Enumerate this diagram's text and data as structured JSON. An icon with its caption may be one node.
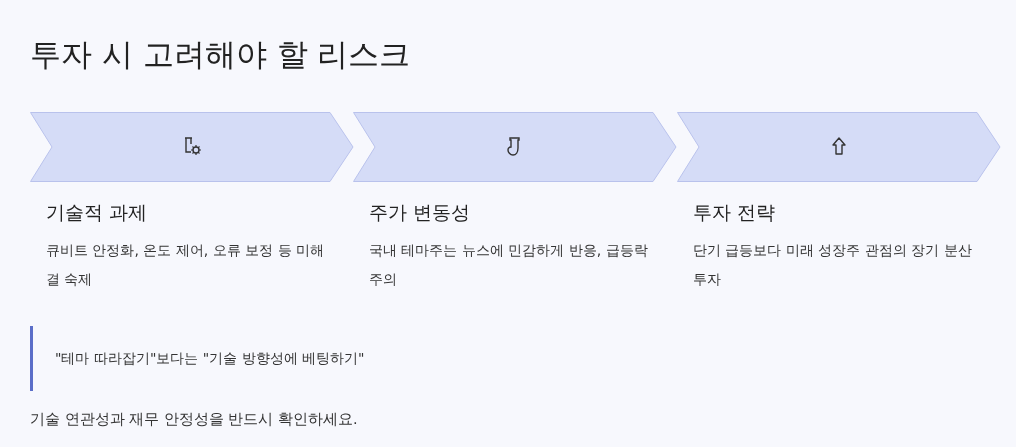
{
  "diagram": {
    "title": "투자 시 고려해야 할 리스크",
    "nodes": [
      {
        "text": [
          "기술적 과제",
          "큐비트 안정화, 온도 제어, 오류 보정 등 미해결 숙제"
        ]
      },
      {
        "text": [
          "주가 변동성",
          "국내 테마주는 뉴스에 민감하게 반응, 급등락 주의"
        ]
      },
      {
        "text": [
          "투자 전략",
          "단기 급등보다 미래 성장주 관점의 장기 분산투자"
        ]
      }
    ],
    "labels": [
      "\"테마 따라잡기\"보다는 \"기술 방향성에 베팅하기\"",
      "기술 연관성과 재무 안정성을 반드시 확인하세요."
    ]
  }
}
